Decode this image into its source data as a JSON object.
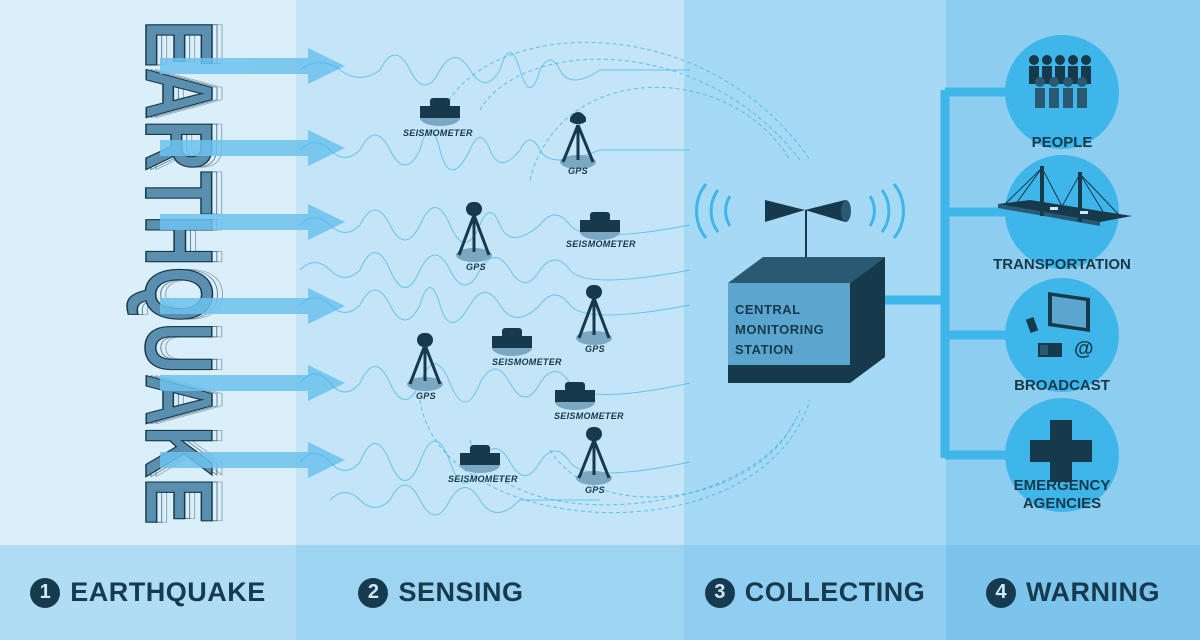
{
  "stages": [
    {
      "number": "1",
      "label": "EARTHQUAKE"
    },
    {
      "number": "2",
      "label": "SENSING"
    },
    {
      "number": "3",
      "label": "COLLECTING"
    },
    {
      "number": "4",
      "label": "WARNING"
    }
  ],
  "earthquake_word": "EARTHQUAKE",
  "sensors": {
    "seismometer_label": "SEISMOMETER",
    "gps_label": "GPS"
  },
  "station": {
    "line1": "CENTRAL",
    "line2": "MONITORING",
    "line3": "STATION"
  },
  "warnings": [
    {
      "label": "PEOPLE",
      "icon": "people-icon"
    },
    {
      "label": "TRANSPORTATION",
      "icon": "bridge-icon"
    },
    {
      "label": "BROADCAST",
      "icon": "broadcast-icon"
    },
    {
      "label": "EMERGENCY AGENCIES",
      "icon": "medical-cross-icon"
    }
  ],
  "colors": {
    "dark": "#16394b",
    "accent": "#3fb6ea",
    "arrow": "#6cc2ee"
  }
}
